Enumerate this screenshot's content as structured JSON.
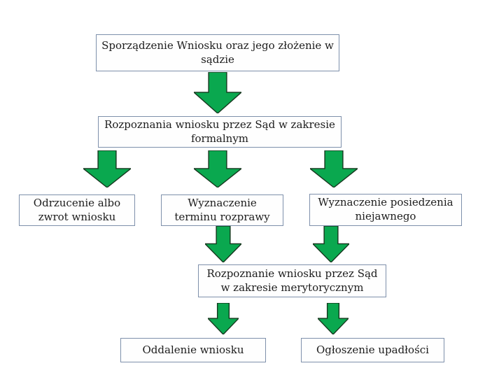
{
  "diagram": {
    "title": "Flowchart: bankruptcy petition procedure (Polish)",
    "colors": {
      "box_border": "#7e90ab",
      "box_background": "#fefefe",
      "arrow_fill": "#0aa84f",
      "arrow_stroke": "#17381f",
      "text": "#1c1c1c",
      "background": "#ffffff"
    },
    "nodes": [
      {
        "id": "start",
        "label": "Sporządzenie Wniosku oraz jego złożenie w sądzie"
      },
      {
        "id": "formal-review",
        "label": "Rozpoznania wniosku przez Sąd w zakresie formalnym"
      },
      {
        "id": "rejection-return",
        "label": "Odrzucenie albo zwrot wniosku"
      },
      {
        "id": "hearing-date",
        "label": "Wyznaczenie terminu rozprawy"
      },
      {
        "id": "closed-session",
        "label": "Wyznaczenie posiedzenia niejawnego"
      },
      {
        "id": "merits-review",
        "label": "Rozpoznanie wniosku przez Sąd w zakresie merytorycznym"
      },
      {
        "id": "dismissal",
        "label": "Oddalenie wniosku"
      },
      {
        "id": "bankruptcy-declared",
        "label": "Ogłoszenie upadłości"
      }
    ],
    "edges": [
      {
        "from": "start",
        "to": "formal-review"
      },
      {
        "from": "formal-review",
        "to": "rejection-return"
      },
      {
        "from": "formal-review",
        "to": "hearing-date"
      },
      {
        "from": "formal-review",
        "to": "closed-session"
      },
      {
        "from": "hearing-date",
        "to": "merits-review"
      },
      {
        "from": "closed-session",
        "to": "merits-review"
      },
      {
        "from": "merits-review",
        "to": "dismissal"
      },
      {
        "from": "merits-review",
        "to": "bankruptcy-declared"
      }
    ]
  }
}
